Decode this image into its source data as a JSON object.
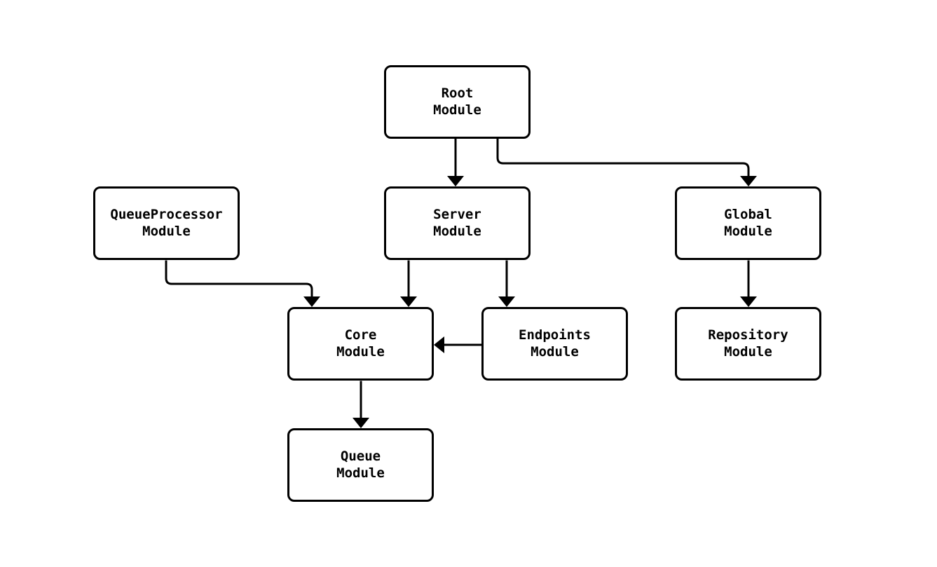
{
  "diagram": {
    "type": "flowchart",
    "background": "#ffffff",
    "colors": {
      "node_border": "#000000",
      "node_fill": "#ffffff",
      "edge_stroke": "#000000",
      "text": "#000000"
    },
    "nodes": {
      "root": {
        "label": "Root\nModule"
      },
      "queueprocessor": {
        "label": "QueueProcessor\nModule"
      },
      "server": {
        "label": "Server\nModule"
      },
      "global": {
        "label": "Global\nModule"
      },
      "core": {
        "label": "Core\nModule"
      },
      "endpoints": {
        "label": "Endpoints\nModule"
      },
      "repository": {
        "label": "Repository\nModule"
      },
      "queue": {
        "label": "Queue\nModule"
      }
    },
    "edges": [
      {
        "from": "Root Module",
        "to": "Server Module"
      },
      {
        "from": "Root Module",
        "to": "Global Module"
      },
      {
        "from": "QueueProcessor Module",
        "to": "Core Module"
      },
      {
        "from": "Server Module",
        "to": "Core Module"
      },
      {
        "from": "Server Module",
        "to": "Endpoints Module"
      },
      {
        "from": "Endpoints Module",
        "to": "Core Module"
      },
      {
        "from": "Global Module",
        "to": "Repository Module"
      },
      {
        "from": "Core Module",
        "to": "Queue Module"
      }
    ]
  }
}
